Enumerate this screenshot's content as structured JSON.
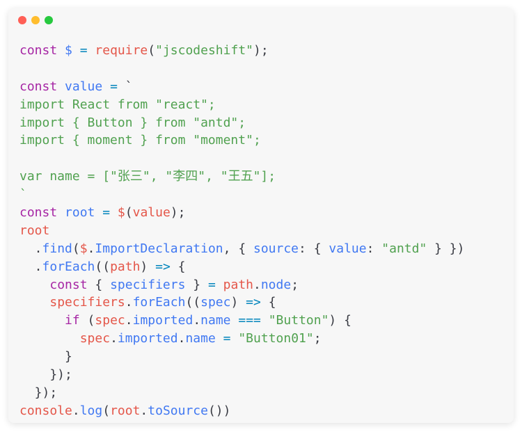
{
  "window": {
    "controls": [
      {
        "name": "close",
        "color": "#ff5f56"
      },
      {
        "name": "minimize",
        "color": "#ffbd2e"
      },
      {
        "name": "zoom",
        "color": "#27c93f"
      }
    ]
  },
  "colors": {
    "keyword": "#a626a4",
    "identifier": "#4078f2",
    "variable": "#e45649",
    "string": "#50a14f",
    "operator": "#0184bc",
    "punctuation": "#383a42"
  },
  "code_lines": [
    [
      [
        "k",
        "const"
      ],
      [
        "p",
        " "
      ],
      [
        "b",
        "$"
      ],
      [
        "p",
        " "
      ],
      [
        "o",
        "="
      ],
      [
        "p",
        " "
      ],
      [
        "r",
        "require"
      ],
      [
        "p",
        "("
      ],
      [
        "s",
        "\"jscodeshift\""
      ],
      [
        "p",
        ");"
      ]
    ],
    [],
    [
      [
        "k",
        "const"
      ],
      [
        "p",
        " "
      ],
      [
        "b",
        "value"
      ],
      [
        "p",
        " "
      ],
      [
        "o",
        "="
      ],
      [
        "p",
        " `"
      ]
    ],
    [
      [
        "s",
        "import React from \"react\";"
      ]
    ],
    [
      [
        "s",
        "import { Button } from \"antd\";"
      ]
    ],
    [
      [
        "s",
        "import { moment } from \"moment\";"
      ]
    ],
    [],
    [
      [
        "s",
        "var name = [\"张三\", \"李四\", \"王五\"];"
      ]
    ],
    [
      [
        "s",
        "`"
      ]
    ],
    [
      [
        "k",
        "const"
      ],
      [
        "p",
        " "
      ],
      [
        "b",
        "root"
      ],
      [
        "p",
        " "
      ],
      [
        "o",
        "="
      ],
      [
        "p",
        " "
      ],
      [
        "r",
        "$"
      ],
      [
        "p",
        "("
      ],
      [
        "r",
        "value"
      ],
      [
        "p",
        ");"
      ]
    ],
    [
      [
        "r",
        "root"
      ]
    ],
    [
      [
        "p",
        "  ."
      ],
      [
        "b",
        "find"
      ],
      [
        "p",
        "("
      ],
      [
        "r",
        "$"
      ],
      [
        "p",
        "."
      ],
      [
        "b",
        "ImportDeclaration"
      ],
      [
        "p",
        ", { "
      ],
      [
        "b",
        "source"
      ],
      [
        "p",
        ": { "
      ],
      [
        "b",
        "value"
      ],
      [
        "p",
        ": "
      ],
      [
        "s",
        "\"antd\""
      ],
      [
        "p",
        " } })"
      ]
    ],
    [
      [
        "p",
        "  ."
      ],
      [
        "b",
        "forEach"
      ],
      [
        "p",
        "(("
      ],
      [
        "r",
        "path"
      ],
      [
        "p",
        ") "
      ],
      [
        "o",
        "=>"
      ],
      [
        "p",
        " {"
      ]
    ],
    [
      [
        "p",
        "    "
      ],
      [
        "k",
        "const"
      ],
      [
        "p",
        " { "
      ],
      [
        "b",
        "specifiers"
      ],
      [
        "p",
        " } "
      ],
      [
        "o",
        "="
      ],
      [
        "p",
        " "
      ],
      [
        "r",
        "path"
      ],
      [
        "p",
        "."
      ],
      [
        "b",
        "node"
      ],
      [
        "p",
        ";"
      ]
    ],
    [
      [
        "p",
        "    "
      ],
      [
        "r",
        "specifiers"
      ],
      [
        "p",
        "."
      ],
      [
        "b",
        "forEach"
      ],
      [
        "p",
        "(("
      ],
      [
        "b",
        "spec"
      ],
      [
        "p",
        ") "
      ],
      [
        "o",
        "=>"
      ],
      [
        "p",
        " {"
      ]
    ],
    [
      [
        "p",
        "      "
      ],
      [
        "k",
        "if"
      ],
      [
        "p",
        " ("
      ],
      [
        "r",
        "spec"
      ],
      [
        "p",
        "."
      ],
      [
        "b",
        "imported"
      ],
      [
        "p",
        "."
      ],
      [
        "b",
        "name"
      ],
      [
        "p",
        " "
      ],
      [
        "o",
        "==="
      ],
      [
        "p",
        " "
      ],
      [
        "s",
        "\"Button\""
      ],
      [
        "p",
        ") {"
      ]
    ],
    [
      [
        "p",
        "        "
      ],
      [
        "r",
        "spec"
      ],
      [
        "p",
        "."
      ],
      [
        "b",
        "imported"
      ],
      [
        "p",
        "."
      ],
      [
        "b",
        "name"
      ],
      [
        "p",
        " "
      ],
      [
        "o",
        "="
      ],
      [
        "p",
        " "
      ],
      [
        "s",
        "\"Button01\""
      ],
      [
        "p",
        ";"
      ]
    ],
    [
      [
        "p",
        "      }"
      ]
    ],
    [
      [
        "p",
        "    });"
      ]
    ],
    [
      [
        "p",
        "  });"
      ]
    ],
    [
      [
        "r",
        "console"
      ],
      [
        "p",
        "."
      ],
      [
        "b",
        "log"
      ],
      [
        "p",
        "("
      ],
      [
        "r",
        "root"
      ],
      [
        "p",
        "."
      ],
      [
        "b",
        "toSource"
      ],
      [
        "p",
        "())"
      ]
    ]
  ]
}
